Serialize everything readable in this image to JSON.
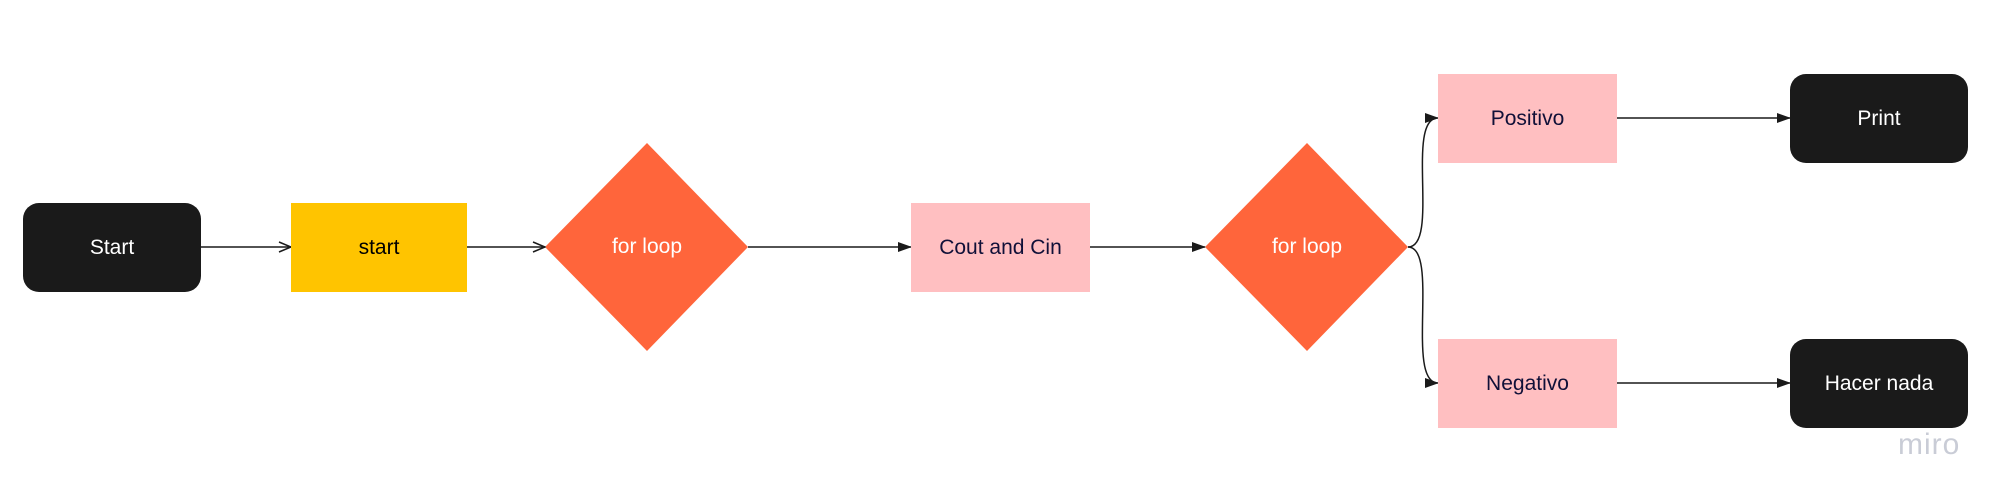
{
  "nodes": {
    "start_terminal": "Start",
    "start_process": "start",
    "decision_1": "for loop",
    "cout_cin": "Cout and Cin",
    "decision_2": "for loop",
    "positivo": "Positivo",
    "negativo": "Negativo",
    "print": "Print",
    "hacer_nada": "Hacer nada"
  },
  "edges": [
    {
      "from": "start_terminal",
      "to": "start_process"
    },
    {
      "from": "start_process",
      "to": "decision_1"
    },
    {
      "from": "decision_1",
      "to": "cout_cin"
    },
    {
      "from": "cout_cin",
      "to": "decision_2"
    },
    {
      "from": "decision_2",
      "to": "positivo"
    },
    {
      "from": "decision_2",
      "to": "negativo"
    },
    {
      "from": "positivo",
      "to": "print"
    },
    {
      "from": "negativo",
      "to": "hacer_nada"
    }
  ],
  "colors": {
    "terminal": "#1a1a1a",
    "process_yellow": "#ffc400",
    "decision": "#ff653b",
    "process_pink": "#ffbfc1",
    "connector": "#1a1a1a"
  },
  "watermark": "miro"
}
